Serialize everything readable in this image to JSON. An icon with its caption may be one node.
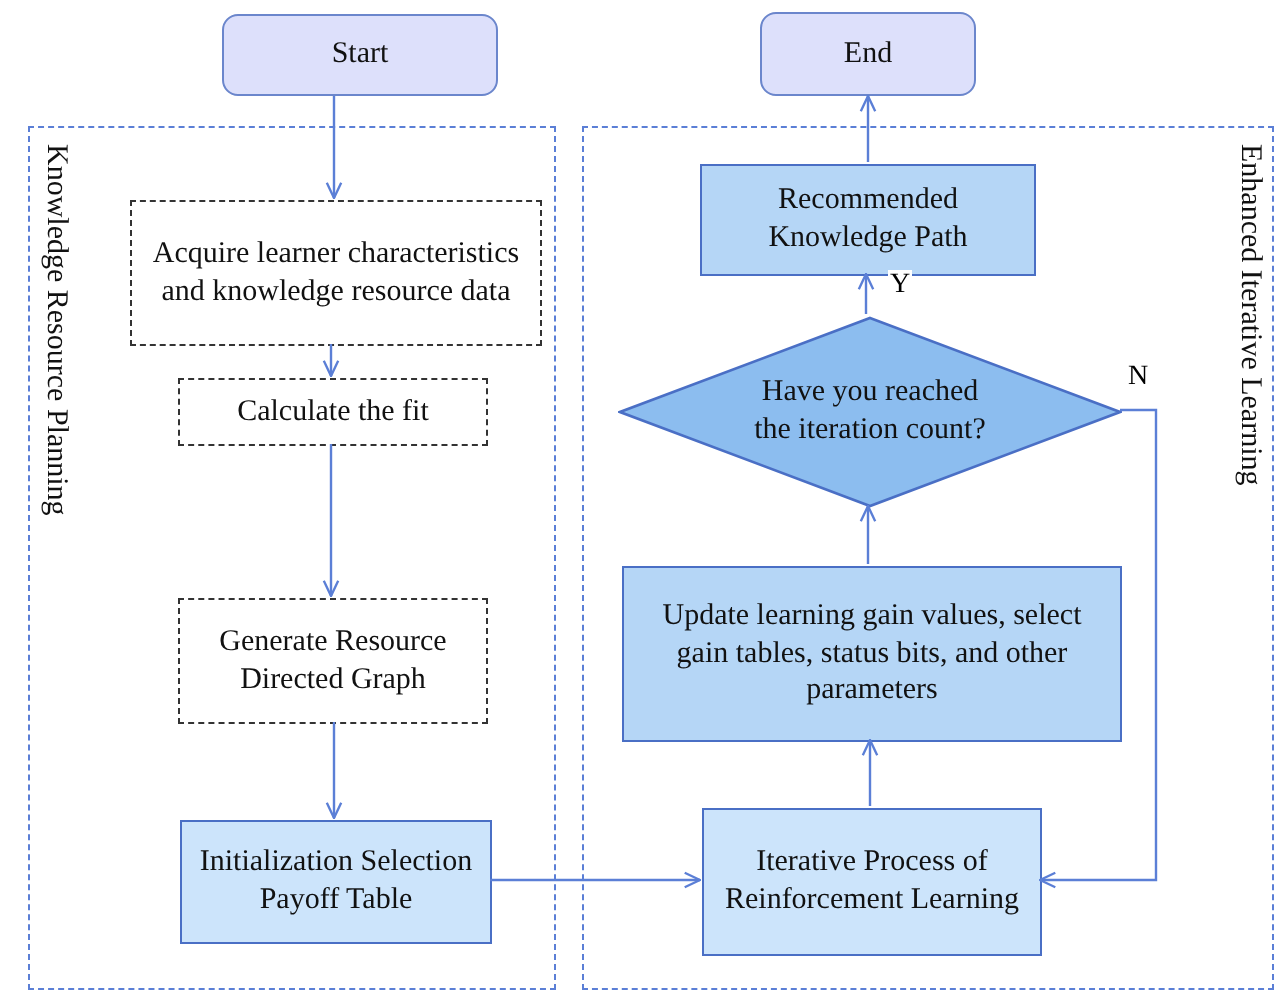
{
  "diagram": {
    "nodes": [
      {
        "text": [
          "Start"
        ]
      },
      {
        "text": [
          "End"
        ]
      },
      {
        "text": [
          "Knowledge Resource Planning"
        ]
      },
      {
        "text": [
          "Acquire learner characteristics and knowledge resource data"
        ],
        "in": 2
      },
      {
        "text": [
          "Calculate the fit"
        ],
        "in": 2
      },
      {
        "text": [
          "Generate Resource Directed Graph"
        ],
        "in": 2
      },
      {
        "text": [
          "Initialization Selection Payoff Table"
        ],
        "in": 2
      },
      {
        "text": [
          "Enhanced Iterative Learning"
        ]
      },
      {
        "text": [
          "Recommended Knowledge Path"
        ],
        "in": 7
      },
      {
        "text": [
          "Have you reached the iteration count?"
        ],
        "in": 7
      },
      {
        "text": [
          "Update learning gain values, select gain tables, status bits, and other parameters"
        ],
        "in": 7
      },
      {
        "text": [
          "Iterative Process of Reinforcement Learning"
        ],
        "in": 7
      }
    ],
    "edges": [
      {
        "from": 0,
        "to": 3,
        "arrow": "to"
      },
      {
        "from": 3,
        "to": 4,
        "arrow": "to"
      },
      {
        "from": 4,
        "to": 5,
        "arrow": "to"
      },
      {
        "from": 5,
        "to": 6,
        "arrow": "to"
      },
      {
        "from": 6,
        "to": 11,
        "arrow": "to"
      },
      {
        "from": 11,
        "to": 10,
        "arrow": "to"
      },
      {
        "from": 10,
        "to": 9,
        "arrow": "to"
      },
      {
        "from": 9,
        "to": 8,
        "arrow": "to",
        "label": "Y"
      },
      {
        "from": 9,
        "to": 11,
        "arrow": "to",
        "label": "N"
      },
      {
        "from": 8,
        "to": 1,
        "arrow": "to"
      }
    ]
  }
}
